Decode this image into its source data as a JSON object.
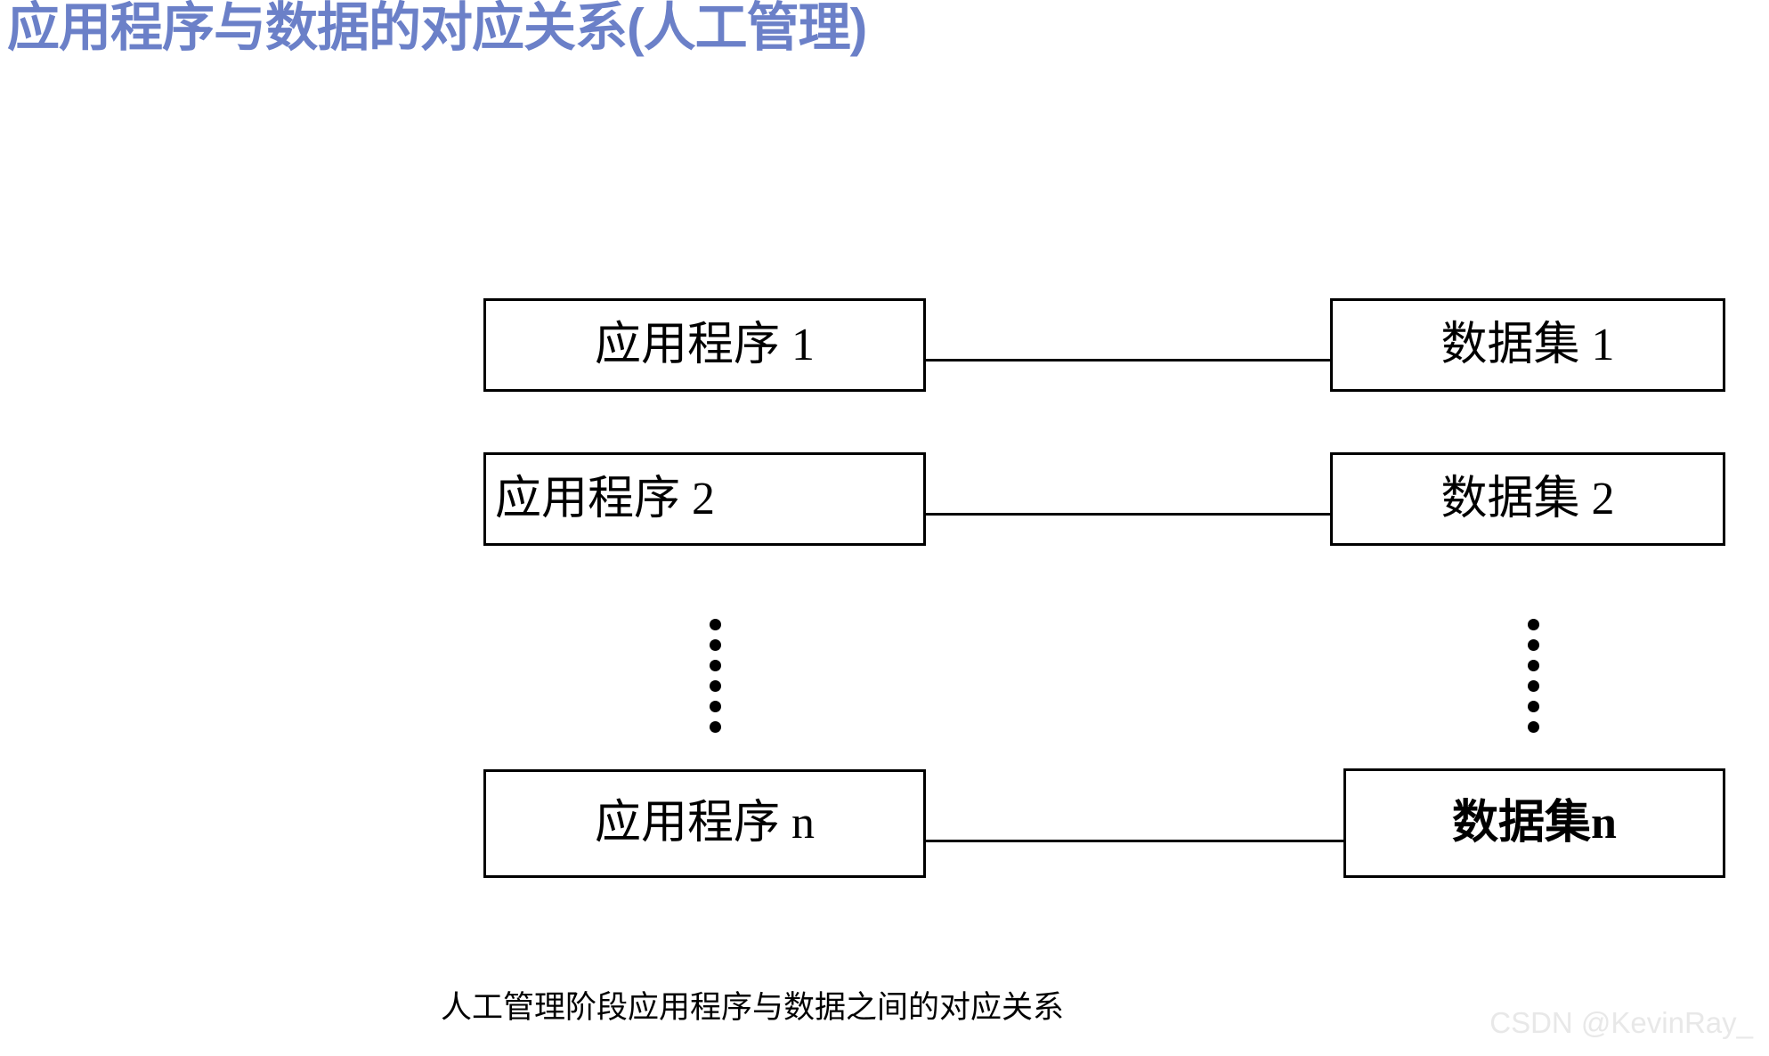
{
  "slide": {
    "title": "应用程序与数据的对应关系(人工管理)",
    "title_color": "#6B80C8",
    "background_color": "#ffffff"
  },
  "diagram": {
    "type": "mapping-diagram",
    "line_color": "#000000",
    "box_border_color": "#000000",
    "box_fill_color": "#ffffff",
    "rows": [
      {
        "left_label": "应用程序 1",
        "right_label": "数据集 1",
        "connected": true
      },
      {
        "left_label": "应用程序 2",
        "right_label": "数据集 2",
        "connected": true
      },
      {
        "left_label": "应用程序 n",
        "right_label": "数据集n",
        "connected": true
      }
    ],
    "ellipsis": {
      "left_dot_count": 6,
      "right_dot_count": 6,
      "dot_color": "#000000"
    }
  },
  "caption": {
    "text": "人工管理阶段应用程序与数据之间的对应关系"
  },
  "watermark": {
    "text": "CSDN @KevinRay_",
    "color": "#E8E8E8"
  }
}
